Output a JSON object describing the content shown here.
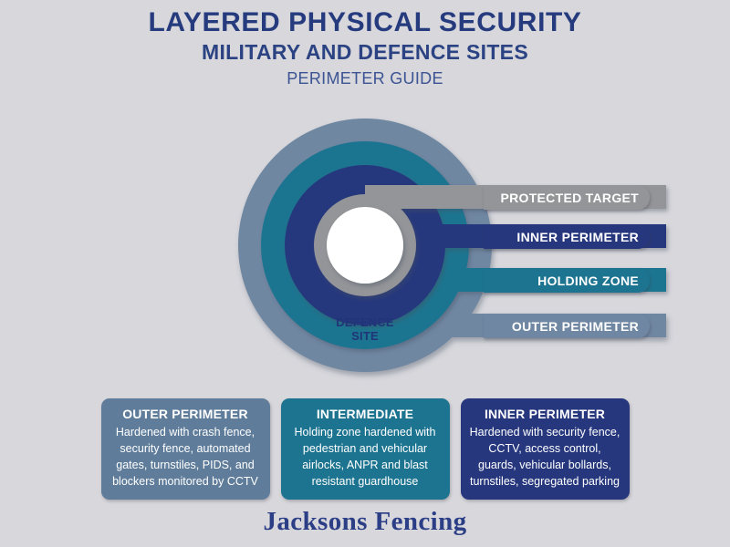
{
  "header": {
    "title": "LAYERED PHYSICAL SECURITY",
    "subtitle": "MILITARY AND DEFENCE SITES",
    "tagline": "PERIMETER GUIDE"
  },
  "diagram": {
    "center_label_line1": "DEFENCE",
    "center_label_line2": "SITE",
    "rings": [
      {
        "name": "outer-perimeter-ring",
        "color": "#6f87a2"
      },
      {
        "name": "holding-zone-ring",
        "color": "#1d7490"
      },
      {
        "name": "inner-perimeter-ring",
        "color": "#26377d"
      },
      {
        "name": "protected-target-ring",
        "color": "#939598"
      },
      {
        "name": "defence-site-core",
        "color": "#ffffff"
      }
    ],
    "labels": [
      {
        "text": "PROTECTED TARGET",
        "color": "#939598"
      },
      {
        "text": "INNER PERIMETER",
        "color": "#26377d"
      },
      {
        "text": "HOLDING ZONE",
        "color": "#1d7490"
      },
      {
        "text": "OUTER PERIMETER",
        "color": "#6f87a2"
      }
    ]
  },
  "boxes": [
    {
      "title": "OUTER PERIMETER",
      "body": "Hardened with crash fence, security fence, automated gates, turnstiles, PIDS, and blockers monitored by CCTV",
      "color": "#5f7d9b"
    },
    {
      "title": "INTERMEDIATE",
      "body": "Holding zone hardened with pedestrian and vehicular airlocks, ANPR and blast resistant guardhouse",
      "color": "#1d7490"
    },
    {
      "title": "INNER PERIMETER",
      "body": "Hardened with security fence, CCTV, access control, guards, vehicular bollards, turnstiles, segregated parking",
      "color": "#26377d"
    }
  ],
  "footer": {
    "brand": "Jacksons Fencing"
  },
  "colors": {
    "background": "#d7d7dc",
    "title": "#253b7e",
    "slate": "#6f87a2",
    "teal": "#1d7490",
    "navy": "#26377d",
    "gray": "#939598"
  }
}
